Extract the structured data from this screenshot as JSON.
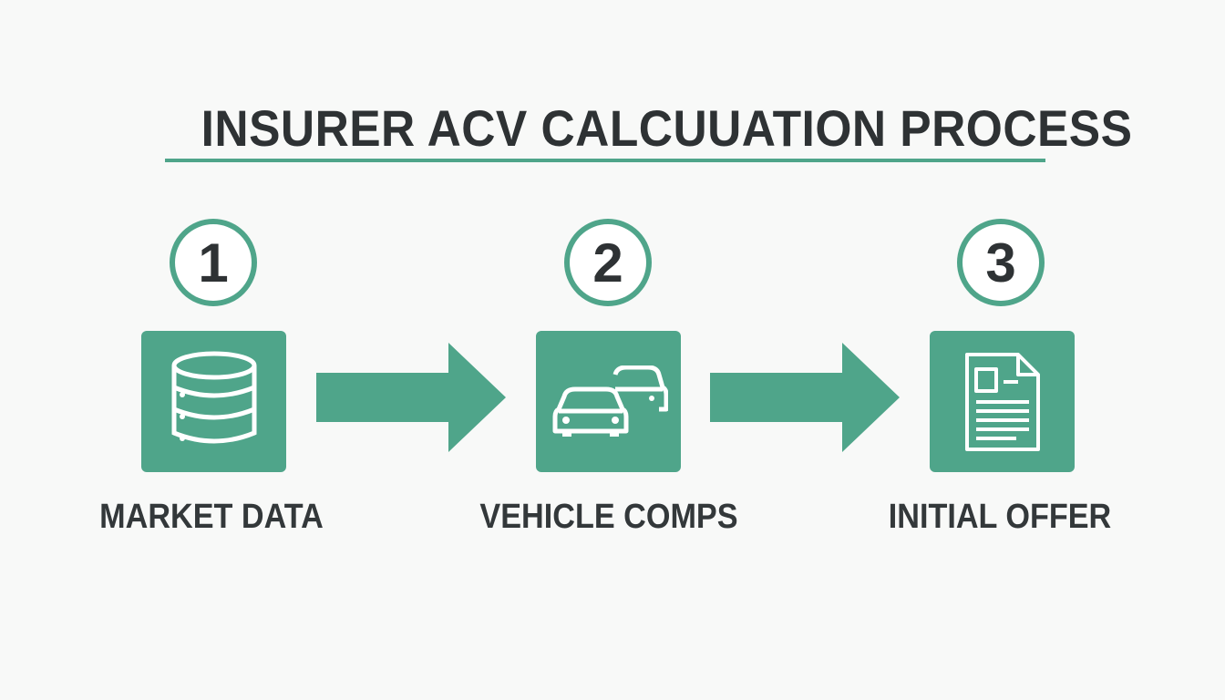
{
  "title": "INSURER ACV CALCUUATION PROCESS",
  "colors": {
    "accent": "#4fa58a",
    "text": "#2e3234",
    "background": "#f8f9f8"
  },
  "steps": [
    {
      "number": "1",
      "label": "MARKET DATA",
      "icon": "database-icon"
    },
    {
      "number": "2",
      "label": "VEHICLE COMPS",
      "icon": "cars-icon"
    },
    {
      "number": "3",
      "label": "INITIAL OFFER",
      "icon": "document-icon"
    }
  ]
}
